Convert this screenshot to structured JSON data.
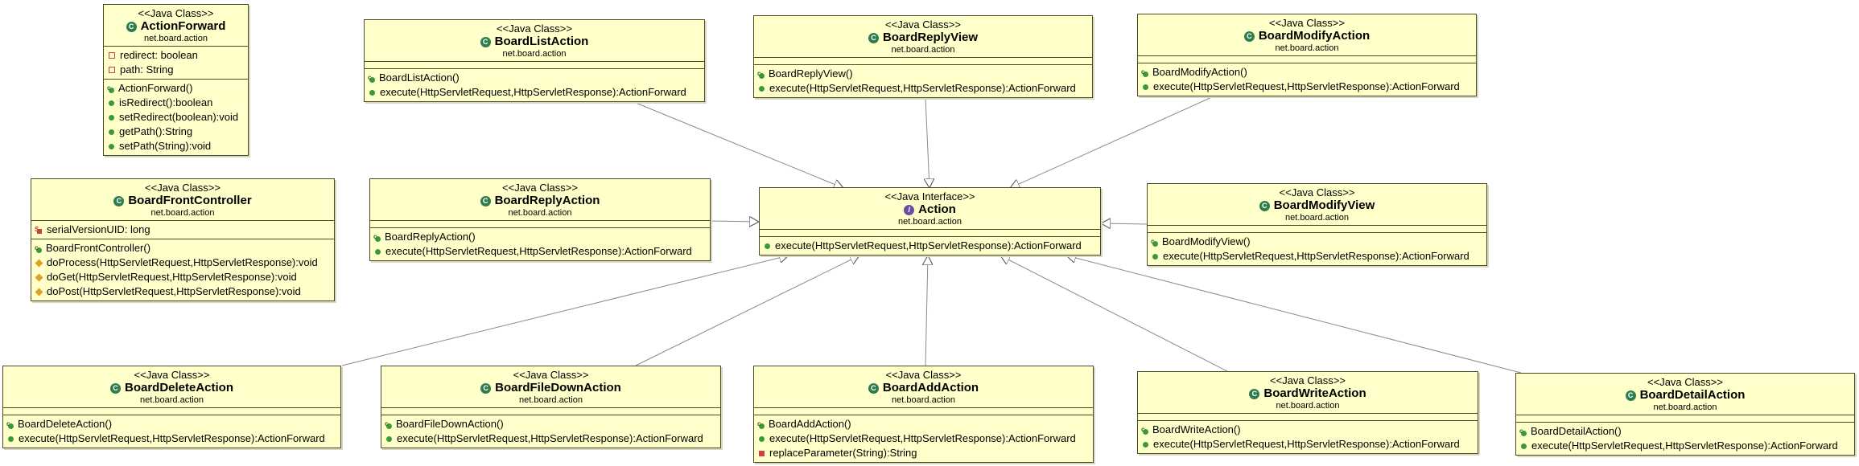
{
  "diagram": {
    "stereo_class": "<<Java Class>>",
    "stereo_interface": "<<Java Interface>>",
    "package": "net.board.action",
    "action": {
      "name": "Action",
      "ops": [
        "execute(HttpServletRequest,HttpServletResponse):ActionForward"
      ]
    },
    "action_forward": {
      "name": "ActionForward",
      "fields": [
        "redirect: boolean",
        "path: String"
      ],
      "ops": [
        "ActionForward()",
        "isRedirect():boolean",
        "setRedirect(boolean):void",
        "getPath():String",
        "setPath(String):void"
      ]
    },
    "front_controller": {
      "name": "BoardFrontController",
      "fields": [
        "serialVersionUID: long"
      ],
      "ops": [
        "BoardFrontController()",
        "doProcess(HttpServletRequest,HttpServletResponse):void",
        "doGet(HttpServletRequest,HttpServletResponse):void",
        "doPost(HttpServletRequest,HttpServletResponse):void"
      ]
    },
    "list_action": {
      "name": "BoardListAction",
      "ops": [
        "BoardListAction()",
        "execute(HttpServletRequest,HttpServletResponse):ActionForward"
      ]
    },
    "reply_view": {
      "name": "BoardReplyView",
      "ops": [
        "BoardReplyView()",
        "execute(HttpServletRequest,HttpServletResponse):ActionForward"
      ]
    },
    "modify_action": {
      "name": "BoardModifyAction",
      "ops": [
        "BoardModifyAction()",
        "execute(HttpServletRequest,HttpServletResponse):ActionForward"
      ]
    },
    "reply_action": {
      "name": "BoardReplyAction",
      "ops": [
        "BoardReplyAction()",
        "execute(HttpServletRequest,HttpServletResponse):ActionForward"
      ]
    },
    "modify_view": {
      "name": "BoardModifyView",
      "ops": [
        "BoardModifyView()",
        "execute(HttpServletRequest,HttpServletResponse):ActionForward"
      ]
    },
    "delete_action": {
      "name": "BoardDeleteAction",
      "ops": [
        "BoardDeleteAction()",
        "execute(HttpServletRequest,HttpServletResponse):ActionForward"
      ]
    },
    "filedown_action": {
      "name": "BoardFileDownAction",
      "ops": [
        "BoardFileDownAction()",
        "execute(HttpServletRequest,HttpServletResponse):ActionForward"
      ]
    },
    "add_action": {
      "name": "BoardAddAction",
      "ops": [
        "BoardAddAction()",
        "execute(HttpServletRequest,HttpServletResponse):ActionForward",
        "replaceParameter(String):String"
      ]
    },
    "write_action": {
      "name": "BoardWriteAction",
      "ops": [
        "BoardWriteAction()",
        "execute(HttpServletRequest,HttpServletResponse):ActionForward"
      ]
    },
    "detail_action": {
      "name": "BoardDetailAction",
      "ops": [
        "BoardDetailAction()",
        "execute(HttpServletRequest,HttpServletResponse):ActionForward"
      ]
    }
  }
}
